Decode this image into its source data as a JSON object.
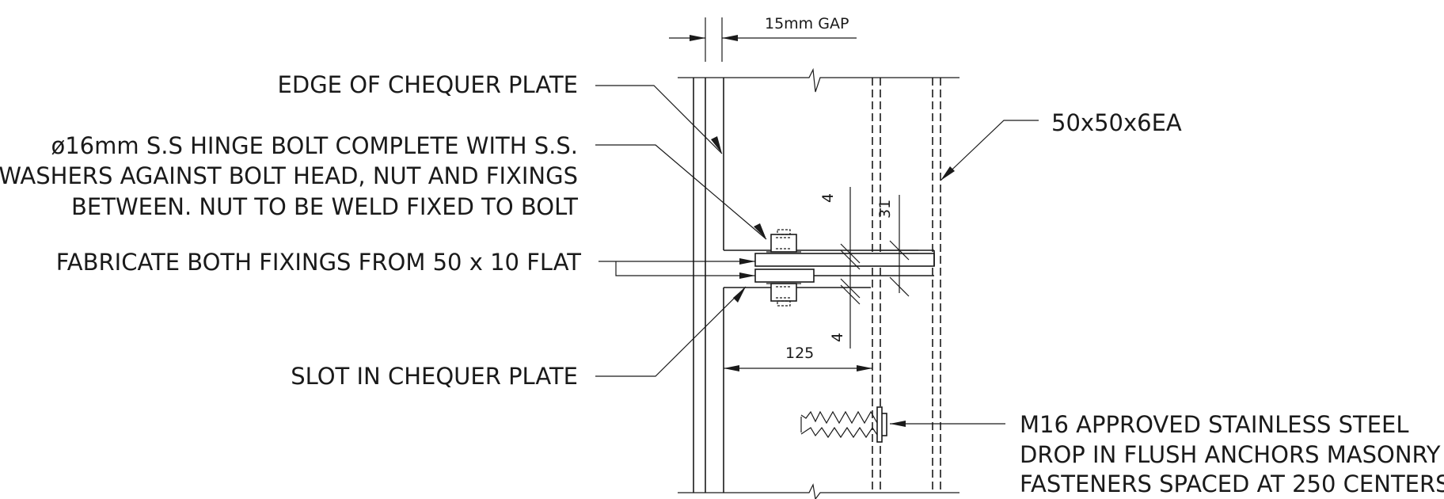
{
  "labels": {
    "edge_of_chequer_plate": "EDGE OF CHEQUER PLATE",
    "hinge_bolt_line1": "ø16mm S.S HINGE BOLT COMPLETE WITH S.S.",
    "hinge_bolt_line2": "WASHERS AGAINST BOLT HEAD, NUT AND FIXINGS",
    "hinge_bolt_line3": "BETWEEN. NUT TO BE WELD FIXED TO BOLT",
    "fabricate_fixings": "FABRICATE BOTH FIXINGS FROM 50 x 10 FLAT",
    "slot_in_chequer_plate": "SLOT IN CHEQUER PLATE",
    "angle_section": "50x50x6EA",
    "anchor_line1": "M16 APPROVED STAINLESS STEEL",
    "anchor_line2": "DROP IN FLUSH ANCHORS MASONRY",
    "anchor_line3": "FASTENERS SPACED AT 250 CENTERS"
  },
  "dimensions": {
    "gap": "15mm  GAP",
    "offset_125": "125",
    "upper_4": "4",
    "lower_4": "4",
    "dim_31": "31"
  }
}
